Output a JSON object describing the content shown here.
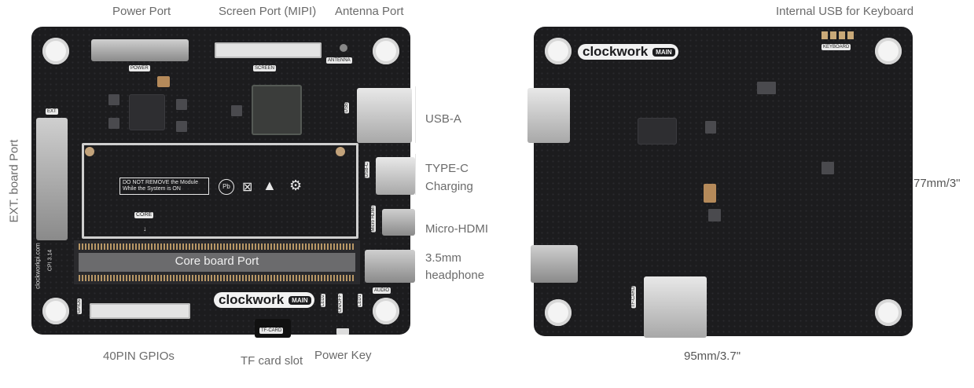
{
  "labels": {
    "power_port": "Power Port",
    "screen_port": "Screen Port (MIPI)",
    "antenna_port": "Antenna Port",
    "internal_usb": "Internal USB for Keyboard",
    "usb_a": "USB-A",
    "type_c": "TYPE-C",
    "charging": "Charging",
    "micro_hdmi": "Micro-HDMI",
    "headphone_size": "3.5mm",
    "headphone": "headphone",
    "ext_board": "EXT. board  Port",
    "gpio": "40PIN GPIOs",
    "tf_slot": "TF card slot",
    "power_key": "Power Key",
    "height": "77mm/3\"",
    "width": "95mm/3.7\""
  },
  "silkscreen": {
    "power": "POWER",
    "screen": "SCREEN",
    "antenna": "ANTENNA",
    "ext": "EXT",
    "usb": "USB",
    "usbc": "USB-C",
    "micro_hdmi": "Micro HDMI",
    "audio": "AUDIO",
    "core": "CORE",
    "gpios": "GPIOs",
    "tf_card": "TF-CARD",
    "led1": "LED1",
    "led2": "LED2",
    "on_off": "ON/OFF",
    "keyboard": "KEYBOARD",
    "website": "clockworkpi.com",
    "version": "CPI 3.14"
  },
  "core_board": {
    "label": "Core board Port",
    "warning": "DO NOT REMOVE the Module While the System is ON",
    "pb_free": "Pb",
    "open_source": "open source hardware"
  },
  "logo": {
    "word": "clockwork",
    "tag": "MAIN"
  },
  "colors": {
    "board": "#1c1c1e",
    "silkscreen": "#e9e9e9",
    "label_text": "#6b6b6b"
  }
}
